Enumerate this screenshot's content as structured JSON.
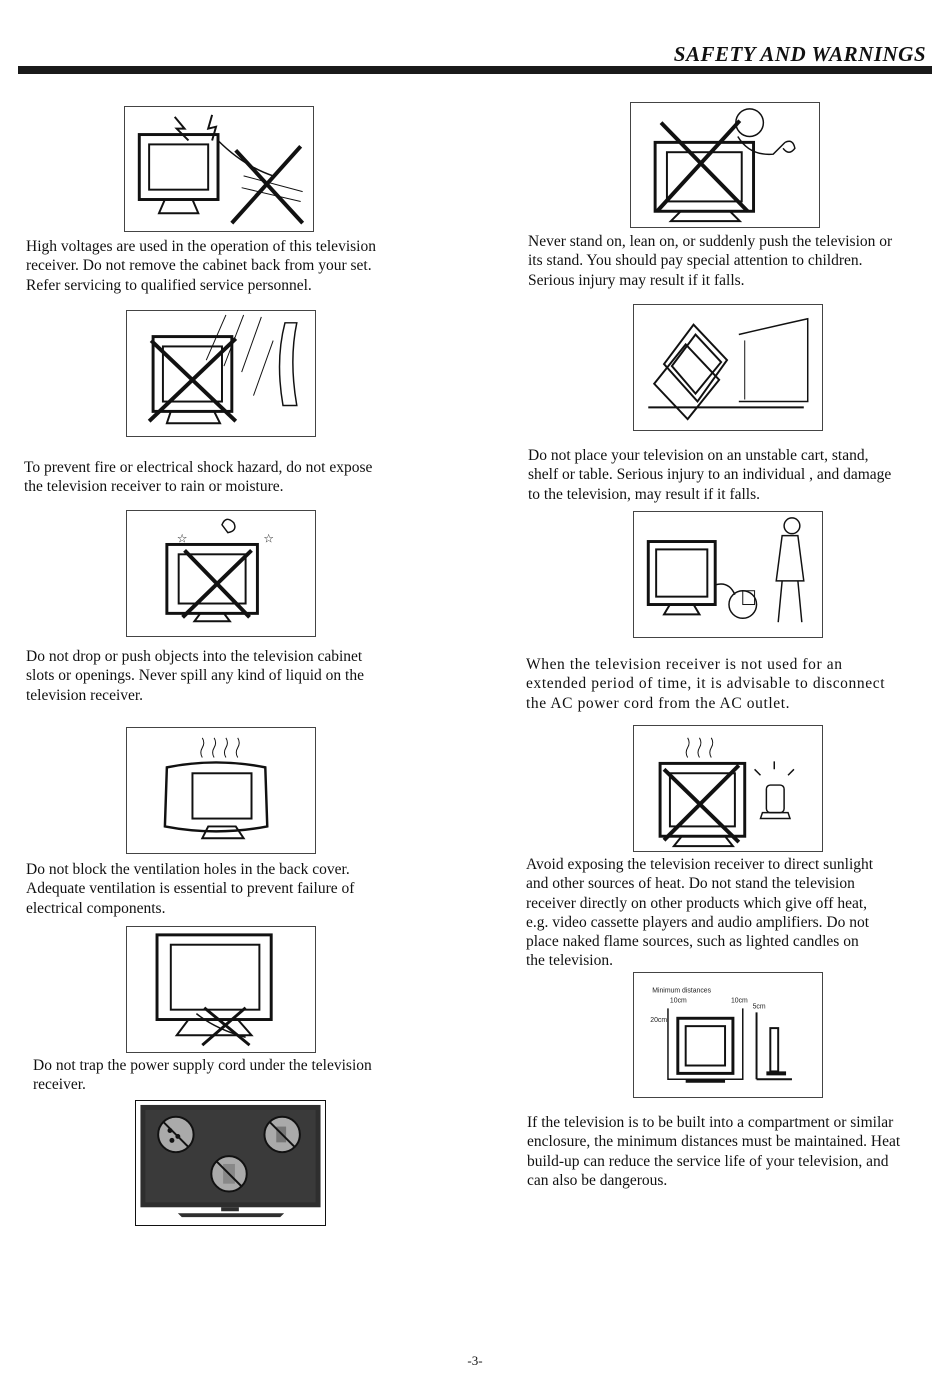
{
  "header": {
    "title": "SAFETY AND WARNINGS"
  },
  "left_column": {
    "items": [
      {
        "icon": "high-voltage-icon",
        "lines": [
          "High voltages are used in the operation of this television",
          "receiver. Do not remove the cabinet back from your set.",
          "Refer servicing to qualified service personnel."
        ]
      },
      {
        "icon": "rain-moisture-icon",
        "lines": [
          "To prevent fire or electrical shock hazard, do not expose",
          "the television receiver to rain or moisture."
        ]
      },
      {
        "icon": "liquid-spill-icon",
        "lines": [
          "Do not drop or push objects into the television cabinet",
          "slots or openings. Never spill any kind of liquid on the",
          "television receiver."
        ]
      },
      {
        "icon": "covered-ventilation-icon",
        "lines": [
          "Do not block the ventilation holes in the back cover.",
          "Adequate ventilation is essential to prevent failure of",
          "electrical components."
        ]
      },
      {
        "icon": "trapped-cord-icon",
        "lines": [
          "Do not trap the power supply cord under the television",
          "receiver."
        ]
      }
    ]
  },
  "right_column": {
    "items": [
      {
        "icon": "child-pushing-icon",
        "lines": [
          "Never stand on, lean on, or suddenly push the television or",
          "its stand. You should pay special attention to children.",
          "Serious  injury may result if it  falls."
        ]
      },
      {
        "icon": "unstable-stand-icon",
        "lines": [
          "Do not place your television on an unstable cart, stand,",
          "shelf or table. Serious injury to an individual , and damage",
          "to the television, may result if it falls."
        ]
      },
      {
        "icon": "unplug-cord-icon",
        "lines": [
          "When the television receiver is not used for an",
          "extended period of  time, it is advisable to disconnect",
          "the AC power cord from the AC outlet."
        ]
      },
      {
        "icon": "heat-source-icon",
        "lines": [
          "Avoid exposing the television receiver to direct sunlight",
          "and  other sources of heat. Do not stand the television",
          "receiver  directly on other products which give off heat,",
          "e.g. video cassette players and audio amplifiers. Do not",
          "place naked  flame sources, such as lighted candles on",
          "the television."
        ]
      },
      {
        "icon": "minimum-distances-icon",
        "lines": [
          "If the television is to be built into a compartment or similar",
          "enclosure, the minimum distances must be maintained. Heat",
          "build-up can reduce the service life of your television, and",
          "can also be dangerous."
        ]
      }
    ]
  },
  "min_distances_diagram": {
    "title": "Minimum distances",
    "top": "10cm",
    "side": "10cm",
    "back": "5cm",
    "left": "20cm"
  },
  "page_number": "-3-"
}
